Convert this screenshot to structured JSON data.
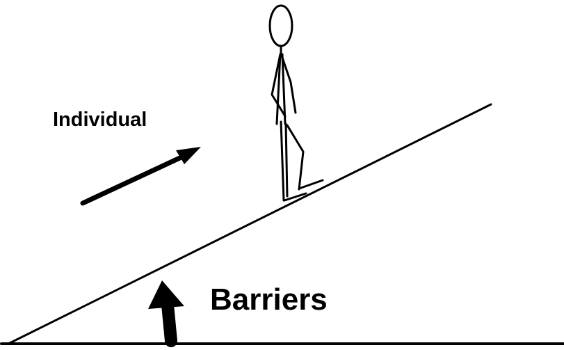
{
  "labels": {
    "individual": "Individual",
    "barriers": "Barriers"
  },
  "icons": {
    "figure": "stick-figure-person",
    "individual_arrow": "arrow-up-right",
    "barrier_arrow": "arrow-up"
  },
  "colors": {
    "ink": "#000000",
    "background": "#ffffff"
  }
}
